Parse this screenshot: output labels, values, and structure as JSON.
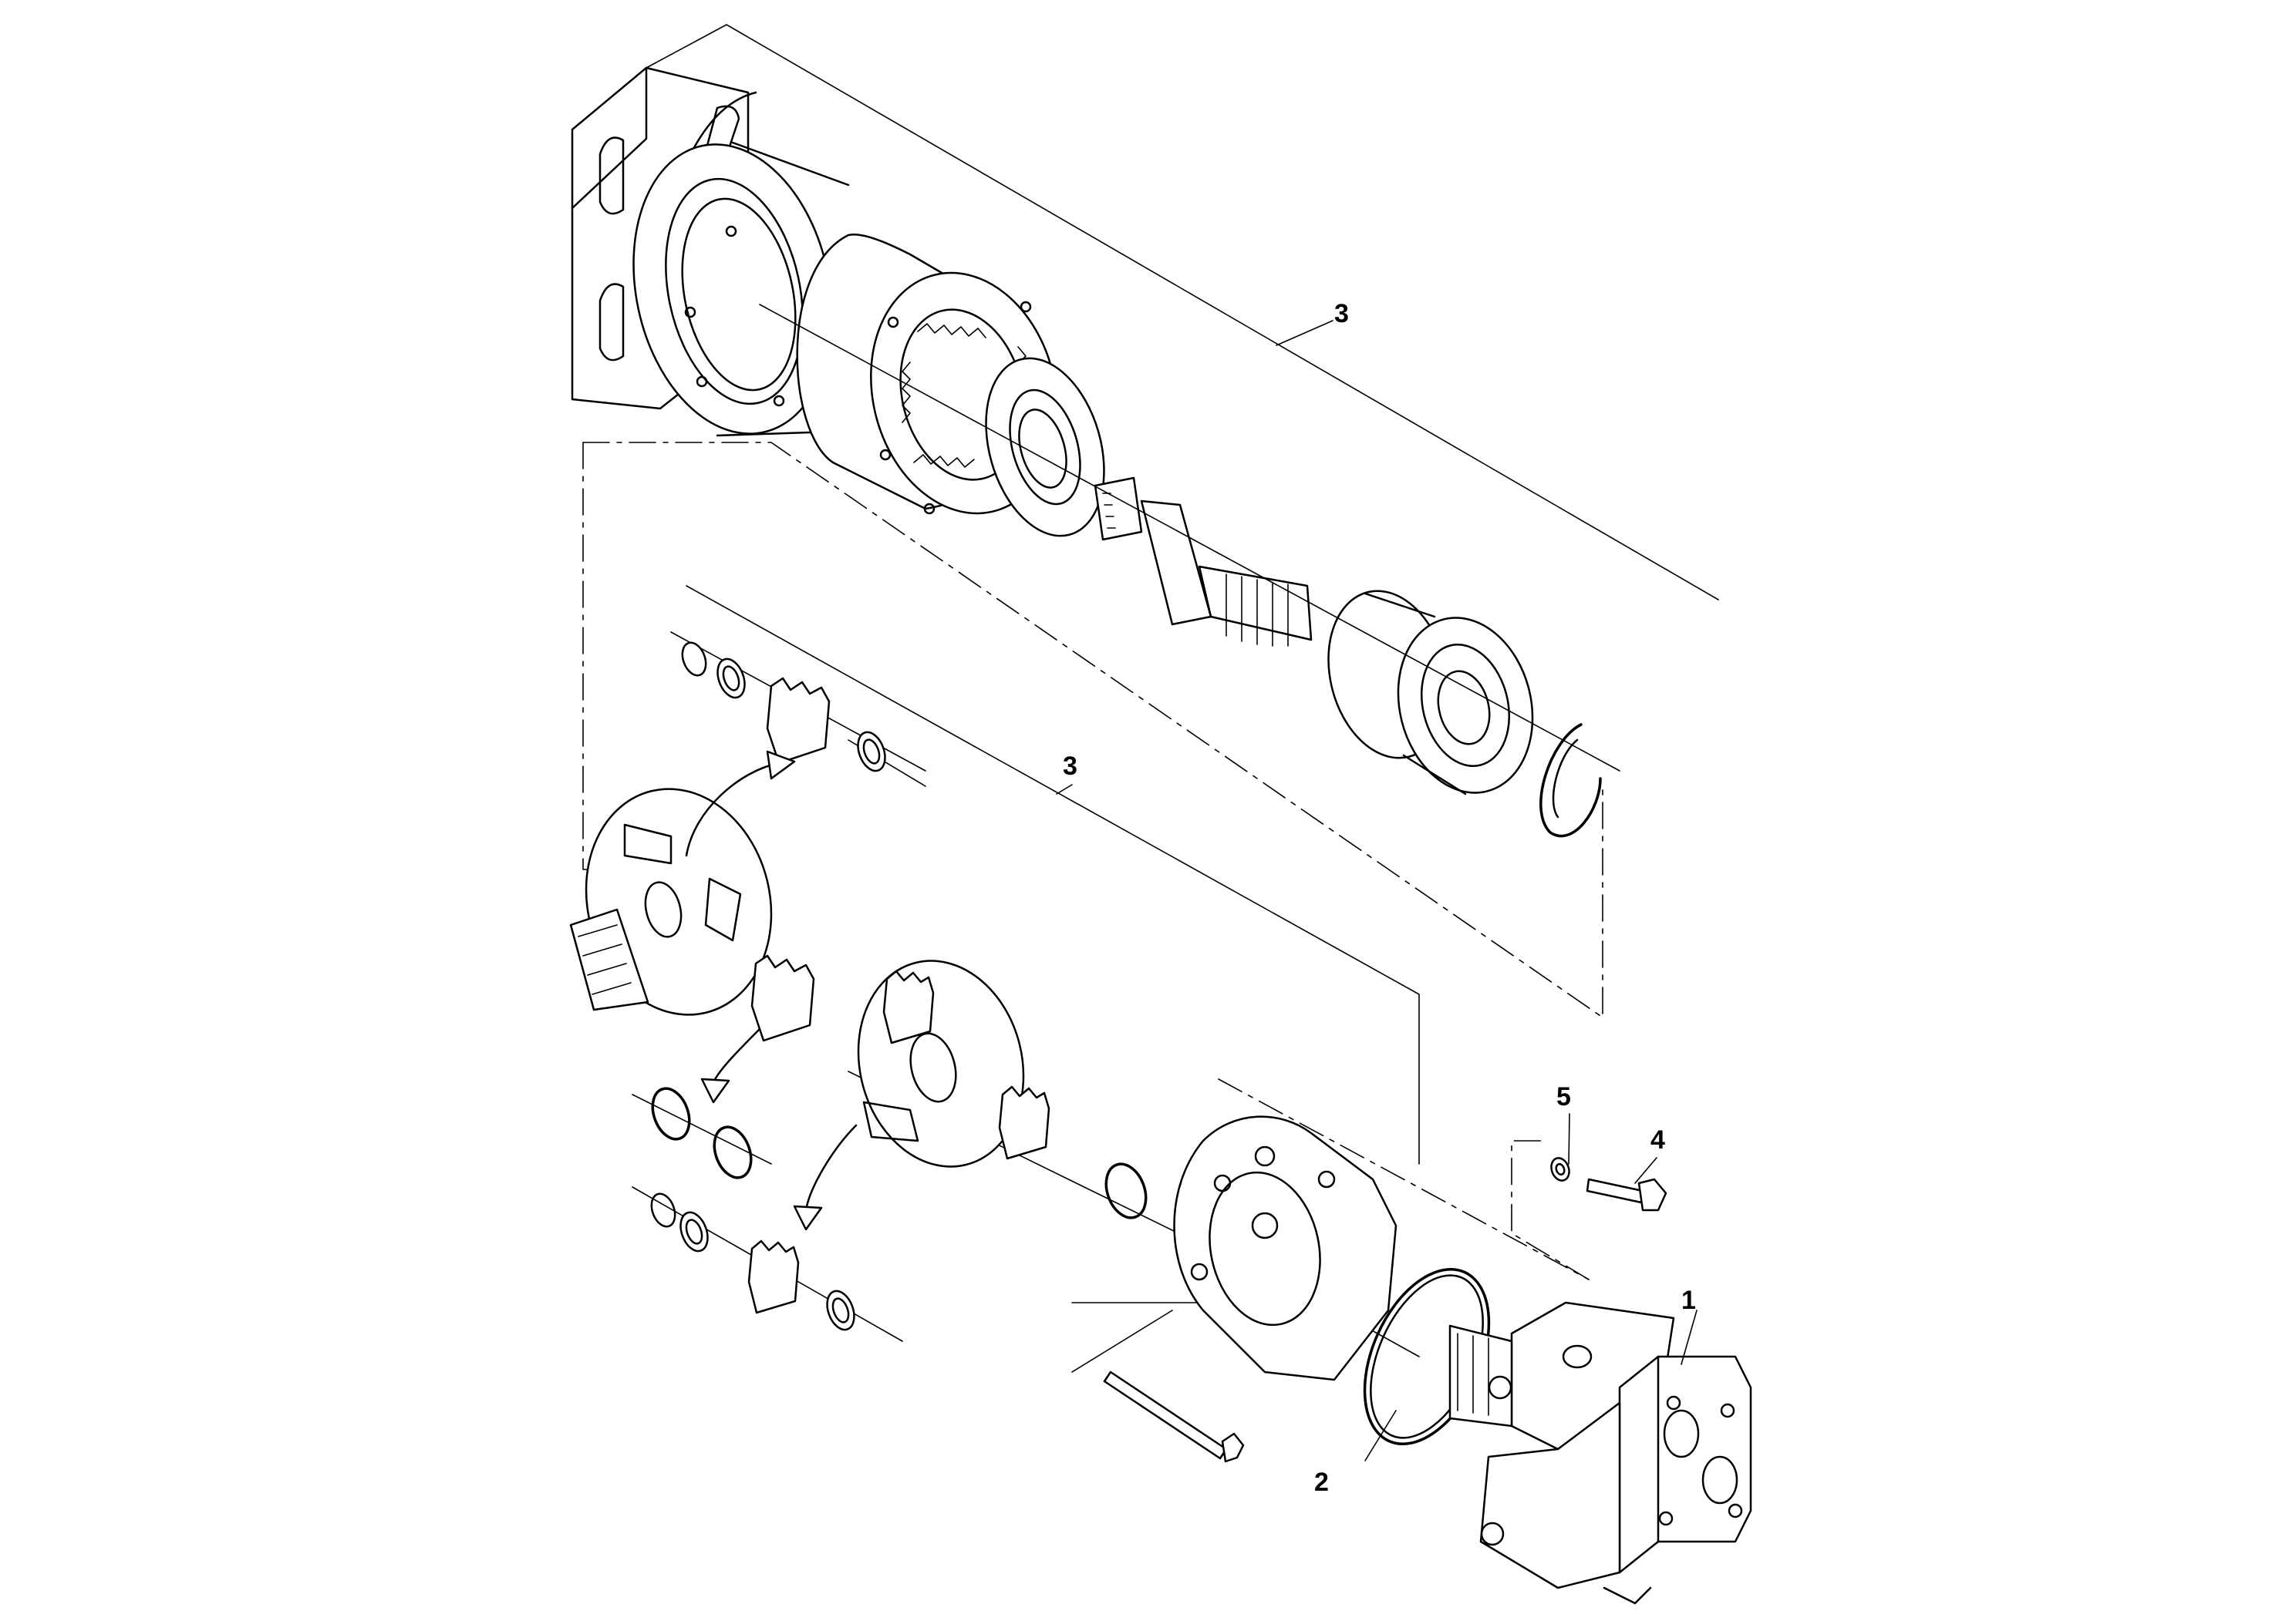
{
  "callouts": {
    "c1": "1",
    "c2": "2",
    "c3_upper": "3",
    "c3_lower": "3",
    "c4": "4",
    "c5": "5"
  }
}
